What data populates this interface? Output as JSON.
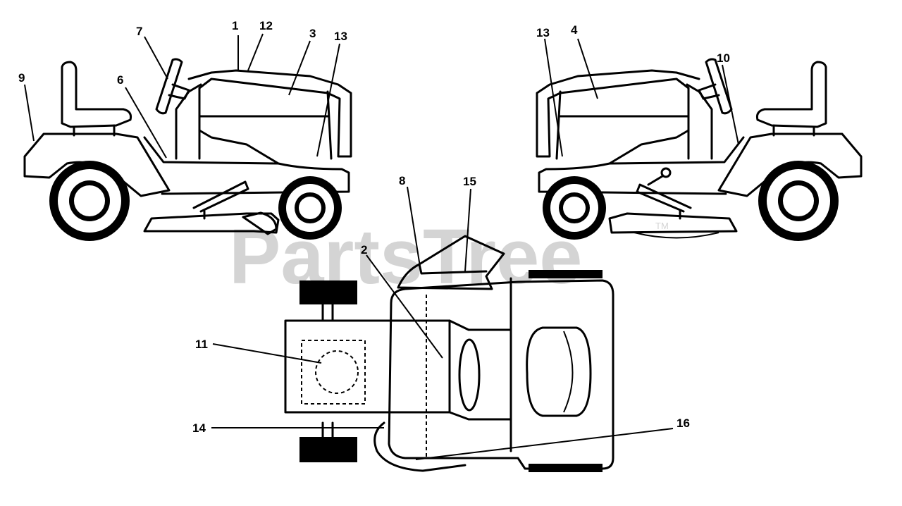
{
  "watermark": {
    "text": "PartsTree",
    "tm": "TM"
  },
  "callouts": {
    "c1": "1",
    "c2": "2",
    "c3": "3",
    "c4": "4",
    "c6": "6",
    "c7": "7",
    "c8": "8",
    "c9": "9",
    "c10": "10",
    "c11": "11",
    "c12": "12",
    "c13a": "13",
    "c13b": "13",
    "c14": "14",
    "c15": "15",
    "c16": "16"
  }
}
